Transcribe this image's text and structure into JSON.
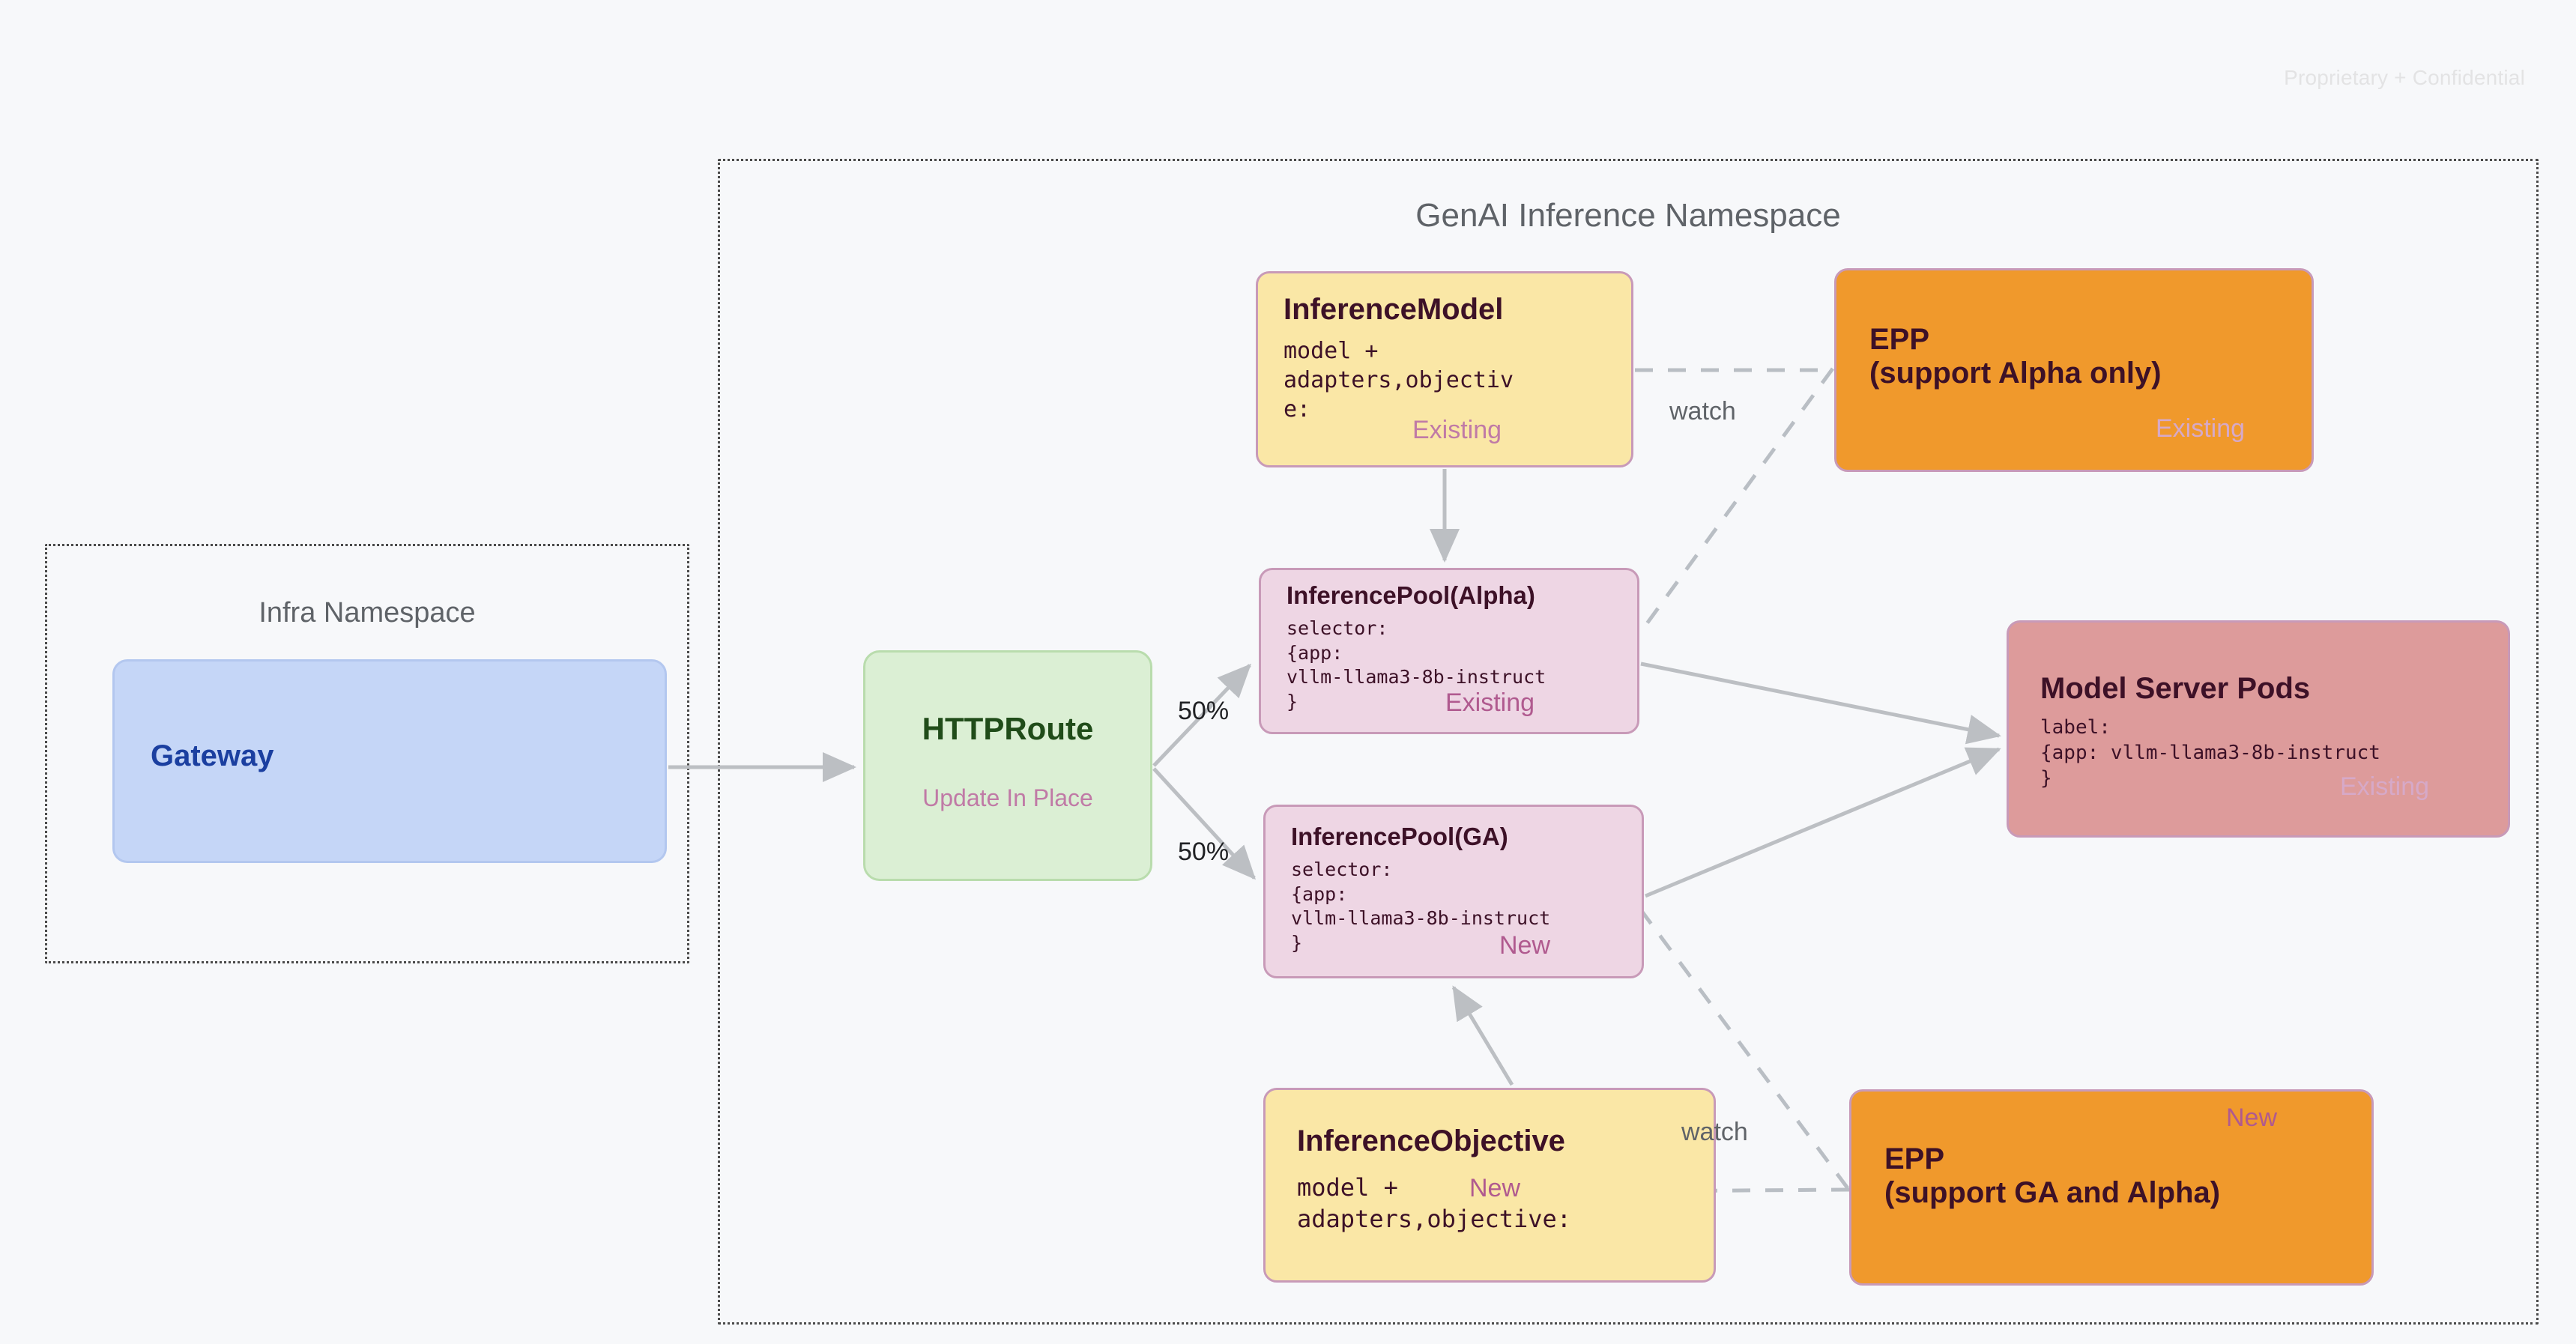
{
  "watermark": "Proprietary + Confidential",
  "namespaces": [
    {
      "id": "infra",
      "title": "Infra Namespace"
    },
    {
      "id": "genai",
      "title": "GenAI Inference Namespace"
    }
  ],
  "nodes": {
    "gateway": {
      "title": "Gateway",
      "fill": "#c5d6f7",
      "text_color": "#1b3fa0"
    },
    "httproute": {
      "title": "HTTPRoute",
      "badge": "Update In Place",
      "fill": "#dbefd4",
      "text_color": "#204c19"
    },
    "inference_model": {
      "title": "InferenceModel",
      "body": "model +\nadapters,objectiv\ne:",
      "badge": "Existing",
      "fill": "#fae7a6"
    },
    "epp_alpha": {
      "title": "EPP\n(support Alpha only)",
      "badge": "Existing",
      "fill": "#f0992c"
    },
    "inference_pool_alpha": {
      "title": "InferencePool(Alpha)",
      "body": "selector:\n{app:\nvllm-llama3-8b-instruct\n}",
      "badge": "Existing",
      "fill": "#eed6e4"
    },
    "inference_pool_ga": {
      "title": "InferencePool(GA)",
      "body": "selector:\n{app:\nvllm-llama3-8b-instruct\n}",
      "badge": "New",
      "fill": "#eed6e4"
    },
    "model_server_pods": {
      "title": "Model Server Pods",
      "body": "label:\n{app: vllm-llama3-8b-instruct\n}",
      "badge": "Existing",
      "fill": "#dd9b9b"
    },
    "inference_objective": {
      "title": "InferenceObjective",
      "body": "model +\nadapters,objective:",
      "badge": "New",
      "fill": "#fae7a6"
    },
    "epp_ga": {
      "title": "EPP\n(support GA and Alpha)",
      "badge": "New",
      "fill": "#f0992c"
    }
  },
  "edges": {
    "split_top_label": "50%",
    "split_bottom_label": "50%",
    "watch_alpha_label": "watch",
    "watch_ga_label": "watch"
  },
  "colors": {
    "background": "#f7f8fa",
    "arrow": "#bcbfc3",
    "dashed_arrow": "#b9bec4",
    "node_border": "#c89ab8",
    "namespace_border": "#4a4a4a",
    "badge_mauve": "#b05a8f",
    "badge_pink": "#c07aa6",
    "badge_pale": "#d6a9c8",
    "dark_text": "#3d1127",
    "muted_text": "#5f6368"
  }
}
